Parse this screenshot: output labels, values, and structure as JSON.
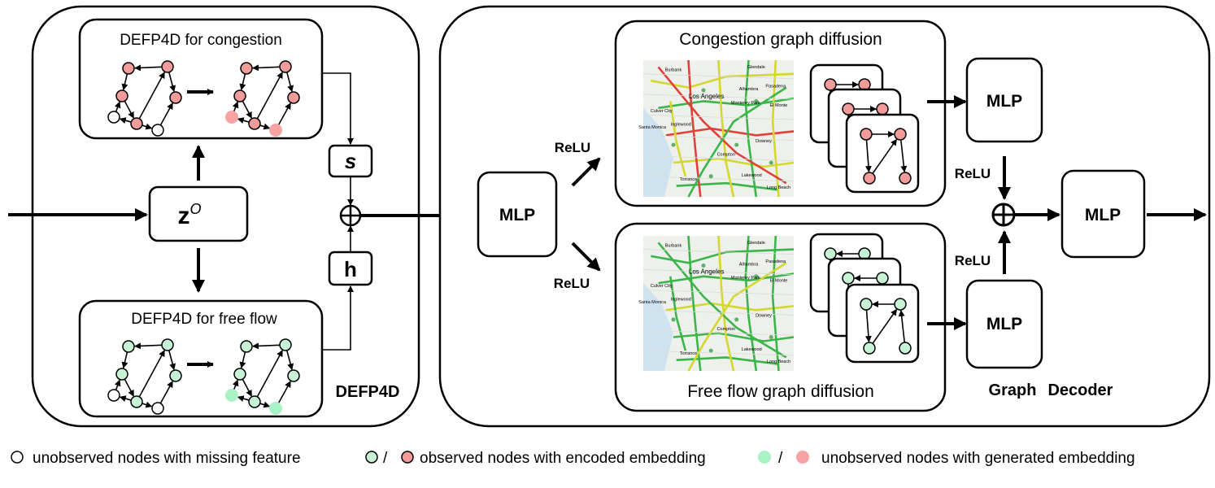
{
  "encoder": {
    "label": "DEFP4D",
    "latent": "z",
    "latent_sup": "O",
    "congestion_title": "DEFP4D for congestion",
    "freeflow_title": "DEFP4D for free flow",
    "s_label": "s",
    "h_label": "h",
    "plus": "⊕"
  },
  "decoder": {
    "label_graph": "Graph",
    "label_decoder": "Decoder",
    "mlp": "MLP",
    "relu": "ReLU",
    "plus": "⊕",
    "congestion_title": "Congestion graph diffusion",
    "freeflow_title": "Free flow graph diffusion"
  },
  "map_labels": {
    "city": "Los Angeles",
    "towns": [
      "Burbank",
      "Glendale",
      "Pasadena",
      "Alhambra",
      "Monterey Park",
      "El Monte",
      "Inglewood",
      "Culver City",
      "Compton",
      "Torrance",
      "Lakewood",
      "Downey",
      "Santa Monica",
      "Long Beach"
    ]
  },
  "legend": {
    "unobserved_missing": "unobserved nodes with missing feature",
    "slash": "/",
    "observed_encoded": "observed nodes with encoded embedding",
    "unobserved_generated": "unobserved nodes with generated embedding"
  },
  "colors": {
    "congestion_node": "#f29b9b",
    "freeflow_node": "#c8f2d6",
    "generated_congestion": "#f7a3a3",
    "generated_freeflow": "#a9f2c4",
    "road_green": "#3bb54a",
    "road_yellow": "#d4d72e",
    "road_red": "#e0403a",
    "map_bg": "#eef0ec"
  }
}
